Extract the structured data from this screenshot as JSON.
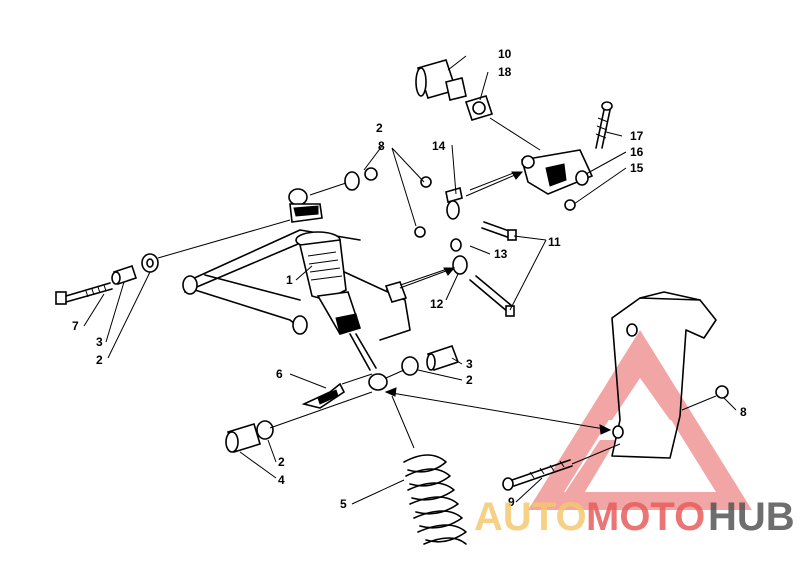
{
  "callouts": {
    "c1": "1",
    "c2a": "2",
    "c2b": "2",
    "c2c": "2",
    "c2d": "2",
    "c3a": "3",
    "c3b": "3",
    "c4": "4",
    "c5": "5",
    "c6": "6",
    "c7": "7",
    "c8a": "8",
    "c8b": "8",
    "c9": "9",
    "c10": "10",
    "c11": "11",
    "c12": "12",
    "c13": "13",
    "c14": "14",
    "c15": "15",
    "c16": "16",
    "c17": "17",
    "c18": "18"
  },
  "watermark": {
    "part1": "AUTO",
    "part2": "MOTO",
    "part3": "HUB",
    "color_light": "#f5c86f",
    "color_red": "#e85d5d",
    "color_dark": "#555555"
  }
}
